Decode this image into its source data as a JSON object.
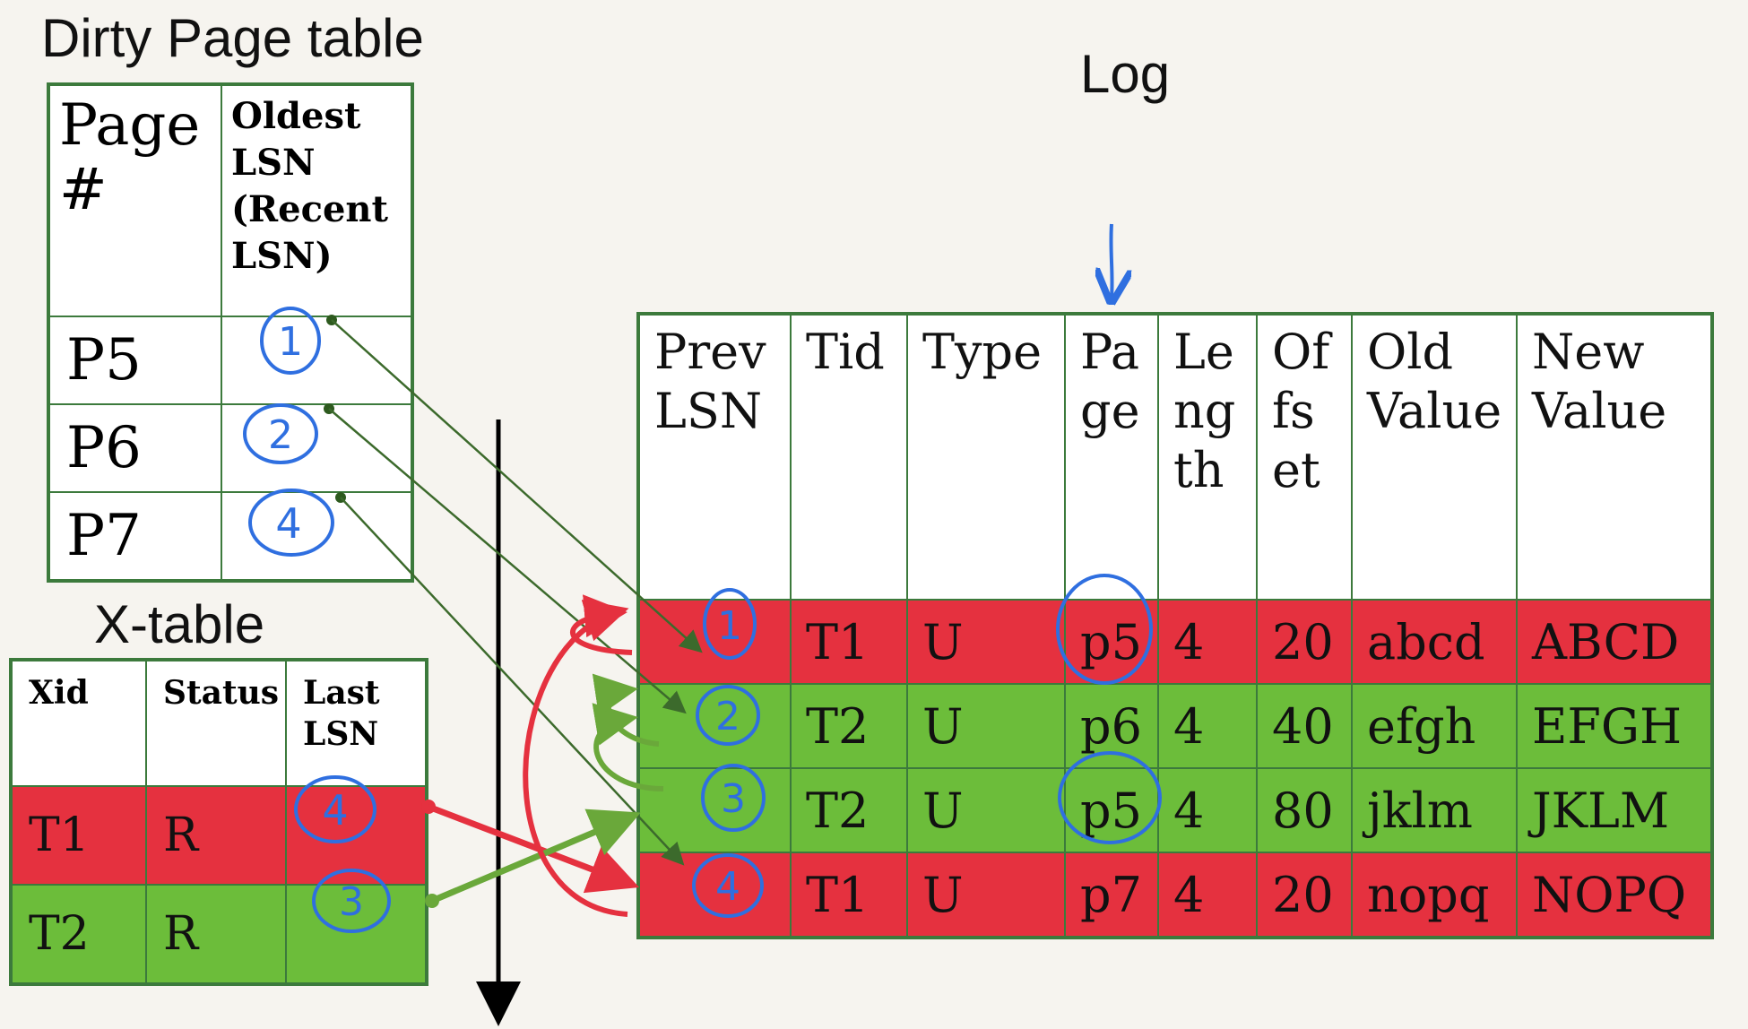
{
  "titles": {
    "dirty_page_table": "Dirty Page table",
    "x_table": "X-table",
    "log": "Log"
  },
  "dirty_page_table": {
    "headers": [
      "Page #",
      "Oldest LSN (Recent LSN)"
    ],
    "rows": [
      {
        "page": "P5",
        "lsn": "1"
      },
      {
        "page": "P6",
        "lsn": "2"
      },
      {
        "page": "P7",
        "lsn": "4"
      }
    ]
  },
  "x_table": {
    "headers": [
      "Xid",
      "Status",
      "Last LSN"
    ],
    "rows": [
      {
        "xid": "T1",
        "status": "R",
        "last_lsn": "4",
        "color": "#e5313f"
      },
      {
        "xid": "T2",
        "status": "R",
        "last_lsn": "3",
        "color": "#6cbd3a"
      }
    ]
  },
  "log": {
    "headers": [
      "Prev LSN",
      "Tid",
      "Type",
      "Pa ge",
      "Le ng th",
      "Of fs et",
      "Old Value",
      "New Value"
    ],
    "rows": [
      {
        "lsn": "1",
        "tid": "T1",
        "type": "U",
        "page": "p5",
        "length": "4",
        "offset": "20",
        "old": "abcd",
        "new": "ABCD",
        "color": "#e5313f"
      },
      {
        "lsn": "2",
        "tid": "T2",
        "type": "U",
        "page": "p6",
        "length": "4",
        "offset": "40",
        "old": "efgh",
        "new": "EFGH",
        "color": "#6cbd3a"
      },
      {
        "lsn": "3",
        "tid": "T2",
        "type": "U",
        "page": "p5",
        "length": "4",
        "offset": "80",
        "old": "jklm",
        "new": "JKLM",
        "color": "#6cbd3a"
      },
      {
        "lsn": "4",
        "tid": "T1",
        "type": "U",
        "page": "p7",
        "length": "4",
        "offset": "20",
        "old": "nopq",
        "new": "NOPQ",
        "color": "#e5313f"
      }
    ]
  },
  "colors": {
    "red": "#e5313f",
    "green": "#6cbd3a",
    "border": "#3c7a3c",
    "annotation_blue": "#2f6fe0"
  }
}
